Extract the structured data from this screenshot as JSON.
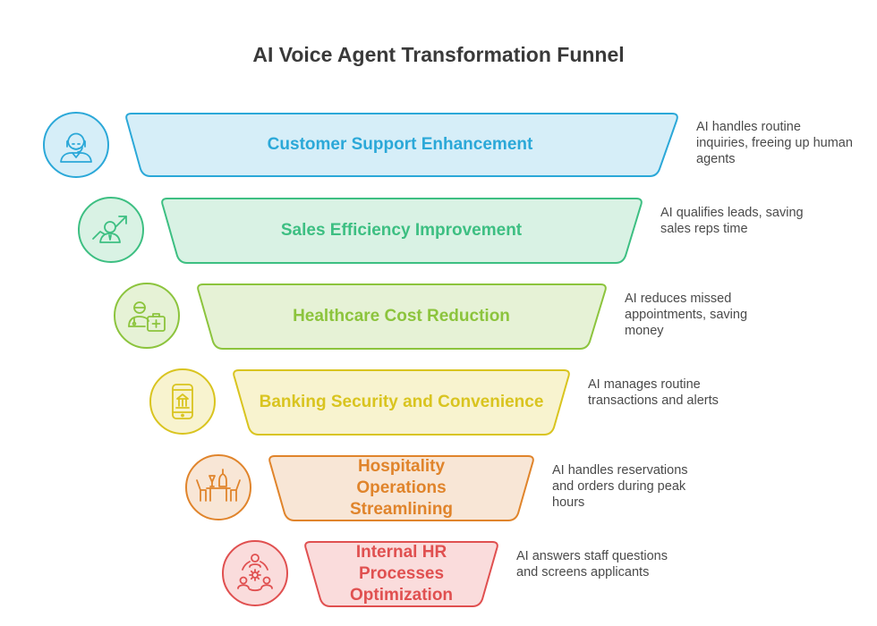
{
  "title": "AI Voice Agent Transformation Funnel",
  "stages": [
    {
      "label": "Customer Support Enhancement",
      "description": "AI handles routine inquiries, freeing up human agents",
      "icon": "customer-support-agent-icon",
      "color": "#2ba8d8",
      "fill": "#d6eef8"
    },
    {
      "label": "Sales Efficiency Improvement",
      "description": "AI qualifies leads, saving sales reps time",
      "icon": "sales-growth-icon",
      "color": "#3dbf82",
      "fill": "#d9f2e4"
    },
    {
      "label": "Healthcare Cost Reduction",
      "description": "AI reduces missed appointments, saving money",
      "icon": "doctor-medical-kit-icon",
      "color": "#8cc43d",
      "fill": "#e6f2d6"
    },
    {
      "label": "Banking Security and Convenience",
      "description": "AI manages routine transactions and alerts",
      "icon": "mobile-banking-icon",
      "color": "#d9c41f",
      "fill": "#f8f3cf"
    },
    {
      "label": "Hospitality Operations Streamlining",
      "description": "AI handles reservations and orders during peak hours",
      "icon": "restaurant-table-icon",
      "color": "#e0842b",
      "fill": "#f8e6d6"
    },
    {
      "label": "Internal HR Processes Optimization",
      "description": "AI answers staff questions and screens applicants",
      "icon": "hr-team-settings-icon",
      "color": "#e05050",
      "fill": "#fadcdc"
    }
  ]
}
